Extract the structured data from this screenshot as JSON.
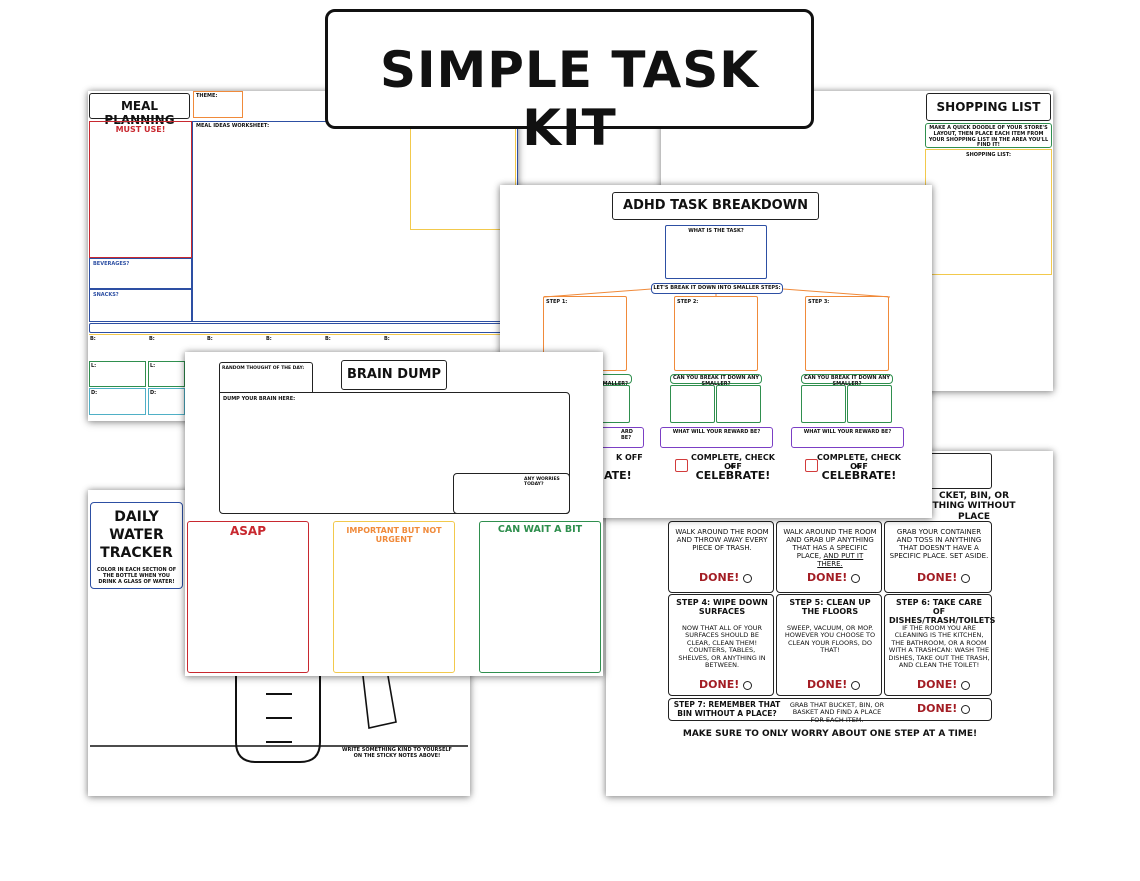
{
  "main_title": "SIMPLE TASK KIT",
  "meal": {
    "title": "MEAL PLANNING",
    "theme": "THEME:",
    "must_use": "MUST USE!",
    "ideas": "MEAL IDEAS WORKSHEET:",
    "beverages": "BEVERAGES?",
    "snacks": "SNACKS?",
    "b": "B:",
    "l": "L:",
    "d": "D:"
  },
  "shopping": {
    "title": "SHOPPING LIST",
    "doodle": "MAKE A QUICK DOODLE OF YOUR STORE'S LAYOUT, THEN PLACE EACH ITEM FROM YOUR SHOPPING LIST IN THE AREA YOU'LL FIND IT!",
    "list_label": "SHOPPING LIST:"
  },
  "adhd": {
    "title": "ADHD TASK BREAKDOWN",
    "what_task": "WHAT IS THE TASK?",
    "break_down": "LET'S BREAK IT DOWN INTO SMALLER STEPS:",
    "steps": [
      "STEP 1:",
      "STEP 2:",
      "STEP 3:"
    ],
    "any_smaller": "CAN YOU BREAK IT DOWN ANY SMALLER?",
    "any_smaller_partial": "Y SMALLER?",
    "reward": "WHAT WILL YOUR REWARD BE?",
    "reward_partial": "ARD BE?",
    "complete": "COMPLETE, CHECK OFF",
    "amp": "&",
    "celebrate": "CELEBRATE!",
    "complete_partial": "K OFF",
    "celebrate_partial": "ATE!"
  },
  "brain": {
    "title": "BRAIN DUMP",
    "random": "RANDOM THOUGHT OF THE DAY:",
    "dump": "DUMP YOUR BRAIN HERE:",
    "worries": "ANY WORRIES TODAY?",
    "asap": "ASAP",
    "important": "IMPORTANT BUT NOT URGENT",
    "wait": "CAN WAIT A BIT"
  },
  "water": {
    "title_1": "DAILY",
    "title_2": "WATER",
    "title_3": "TRACKER",
    "instructions": "COLOR IN EACH SECTION OF THE BOTTLE WHEN YOU DRINK A GLASS OF WATER!",
    "kind": "WRITE SOMETHING KIND TO YOURSELF ON THE STICKY NOTES ABOVE!"
  },
  "cleaning": {
    "partial_head": "CKET, BIN, OR THING WITHOUT PLACE",
    "cells": [
      {
        "head": "",
        "body": "WALK AROUND THE ROOM AND THROW AWAY EVERY PIECE OF TRASH."
      },
      {
        "head": "",
        "body_a": "WALK AROUND THE ROOM AND GRAB UP ANYTHING THAT HAS A SPECIFIC PLACE, ",
        "body_u": "AND PUT IT THERE."
      },
      {
        "head": "",
        "body": "GRAB YOUR CONTAINER AND TOSS IN ANYTHING THAT DOESN'T HAVE A SPECIFIC PLACE. SET ASIDE."
      },
      {
        "head": "STEP 4: WIPE DOWN SURFACES",
        "body": "NOW THAT ALL OF YOUR SURFACES SHOULD BE CLEAR, CLEAN THEM! COUNTERS, TABLES, SHELVES, OR ANYTHING IN BETWEEN."
      },
      {
        "head": "STEP 5: CLEAN UP THE FLOORS",
        "body": "SWEEP, VACUUM, OR MOP. HOWEVER YOU CHOOSE TO CLEAN YOUR FLOORS, DO THAT!"
      },
      {
        "head": "STEP 6: TAKE CARE OF DISHES/TRASH/TOILETS",
        "body": "IF THE ROOM YOU ARE CLEANING IS THE KITCHEN, THE BATHROOM, OR A ROOM WITH A TRASHCAN: WASH THE DISHES, TAKE OUT THE TRASH, AND CLEAN THE TOILET!"
      }
    ],
    "step7_head": "STEP 7: REMEMBER THAT BIN WITHOUT A PLACE?",
    "step7_body": "GRAB THAT BUCKET, BIN, OR BASKET AND FIND A PLACE FOR EACH ITEM.",
    "done": "DONE!",
    "footer": "MAKE SURE TO ONLY WORRY ABOUT ONE STEP AT A TIME!"
  },
  "colors": {
    "red": "#c8282f",
    "blue": "#2d4fa3",
    "orange": "#f08a3a",
    "yellow": "#f2c94c",
    "green": "#2f8f4e",
    "purple": "#7b3fc4",
    "teal": "#4fb0c6"
  }
}
